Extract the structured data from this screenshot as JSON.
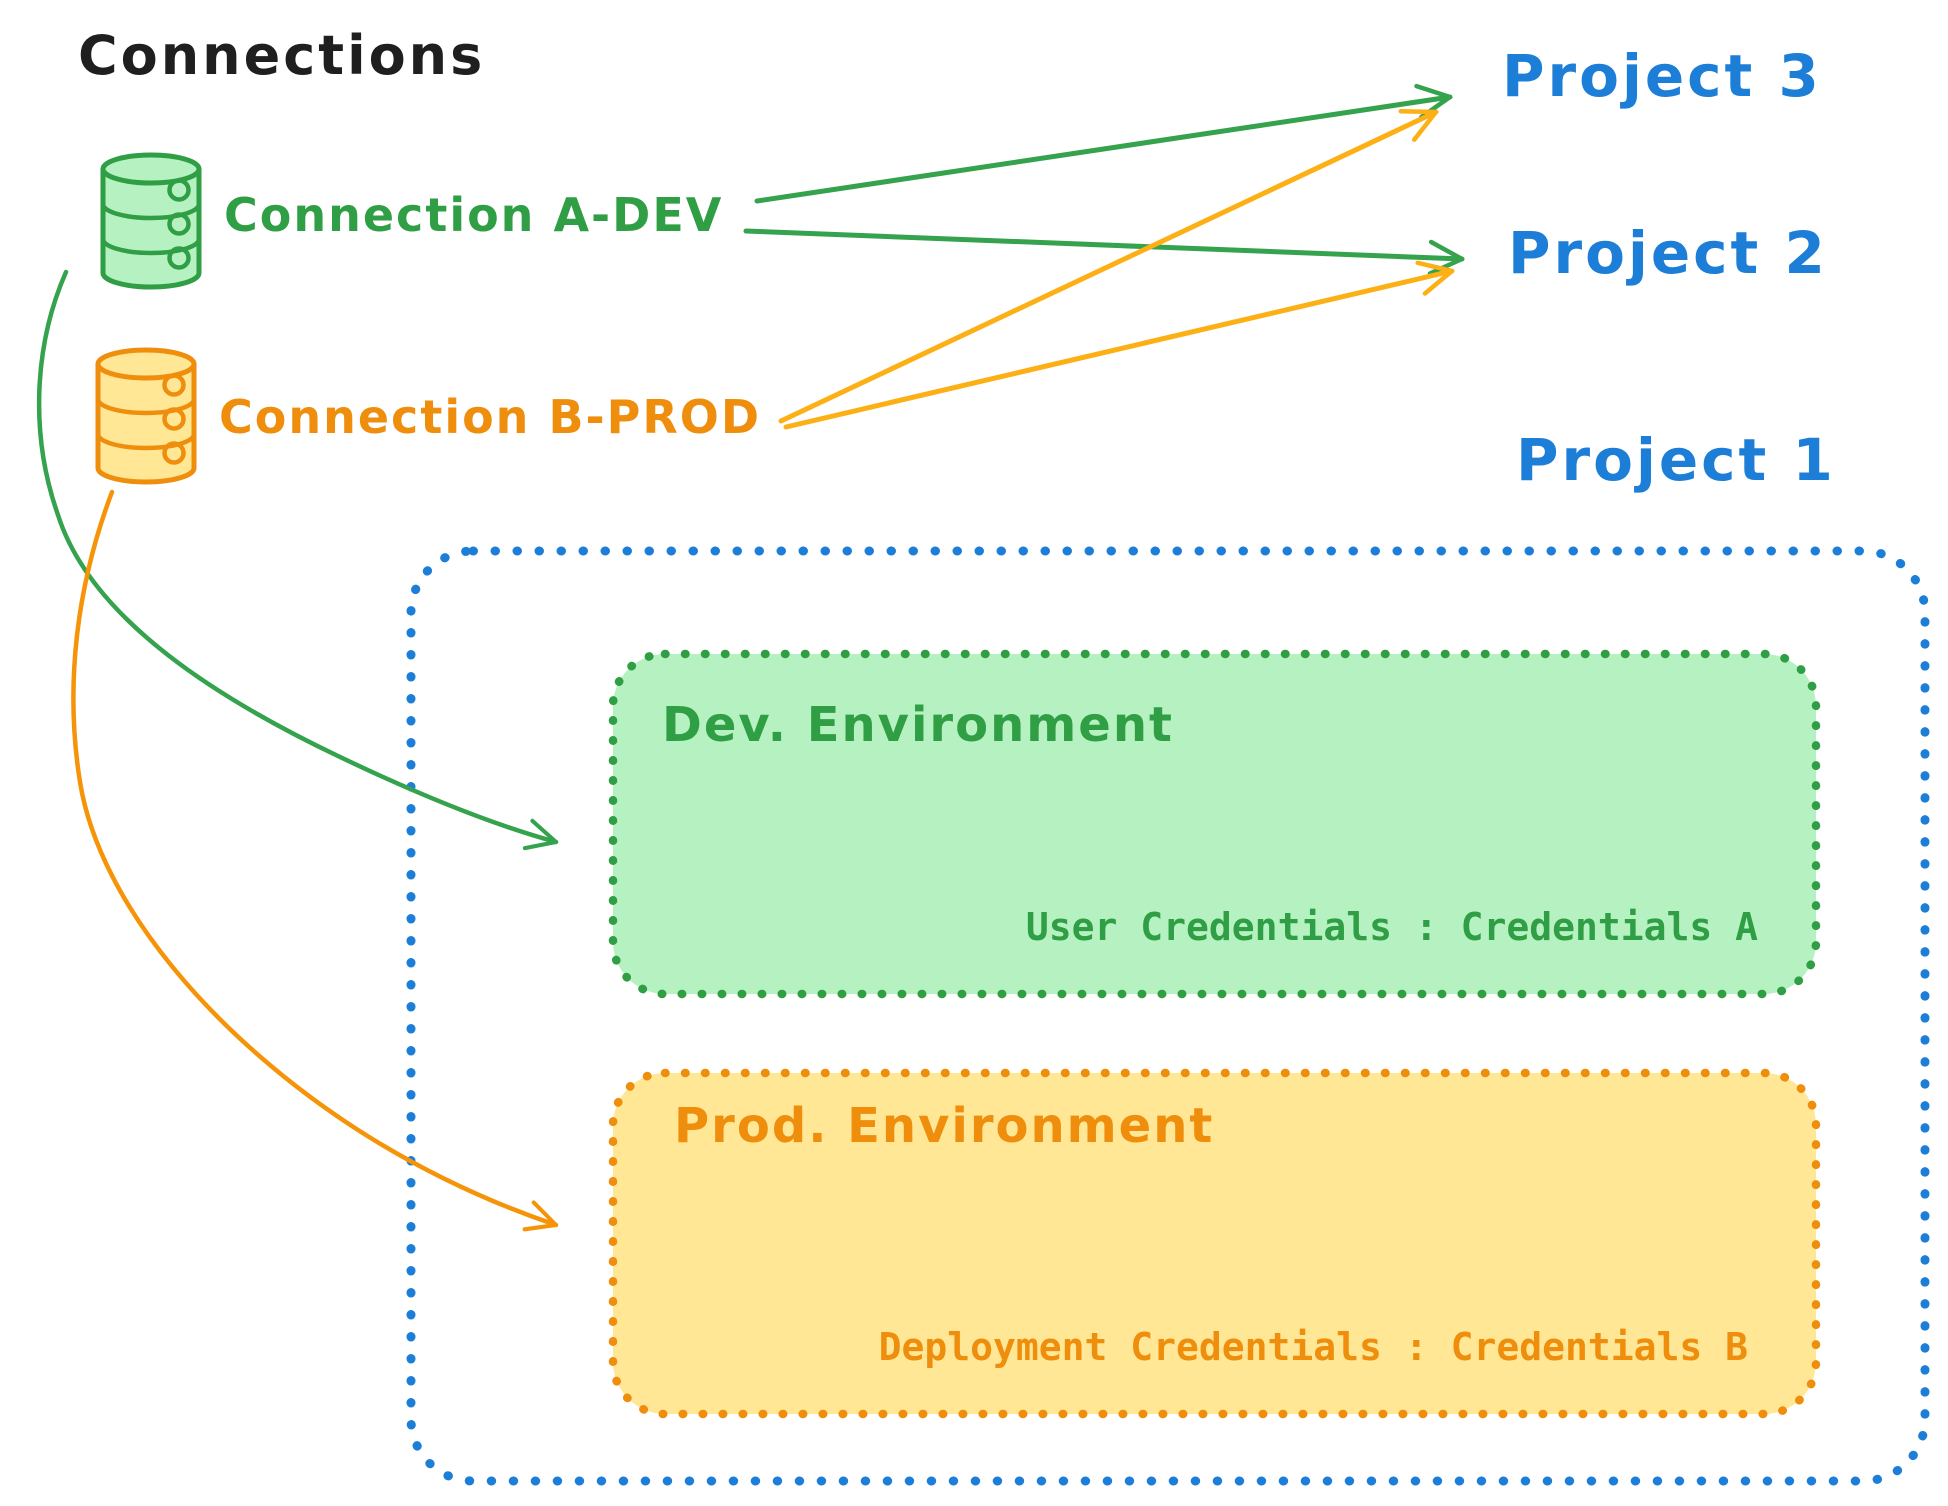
{
  "title": "Connections",
  "colors": {
    "title_text": "#1f1f1f",
    "green": "#2f9e44",
    "green_fill": "#b6f2c1",
    "orange": "#ef8d0c",
    "orange_fill": "#ffe795",
    "amber_arrow": "#fcb016",
    "blue": "#1d7ed8",
    "background": "#ffffff"
  },
  "connections": [
    {
      "label": "Connection A-DEV",
      "icon": "database-icon",
      "color": "#2f9e44"
    },
    {
      "label": "Connection B-PROD",
      "icon": "database-icon",
      "color": "#ef8d0c"
    }
  ],
  "projects": [
    {
      "label": "Project 3"
    },
    {
      "label": "Project 2"
    },
    {
      "label": "Project 1"
    }
  ],
  "project1_detail": {
    "environments": [
      {
        "title": "Dev. Environment",
        "credentials": "User Credentials : Credentials A"
      },
      {
        "title": "Prod. Environment",
        "credentials": "Deployment Credentials : Credentials B"
      }
    ]
  },
  "links": [
    {
      "from": "Connection A-DEV",
      "to": "Project 3",
      "style": "straight-arrow",
      "color": "green"
    },
    {
      "from": "Connection A-DEV",
      "to": "Project 2",
      "style": "straight-arrow",
      "color": "green"
    },
    {
      "from": "Connection B-PROD",
      "to": "Project 3",
      "style": "straight-arrow",
      "color": "amber"
    },
    {
      "from": "Connection B-PROD",
      "to": "Project 2",
      "style": "straight-arrow",
      "color": "amber"
    },
    {
      "from": "Connection A-DEV",
      "to": "Dev. Environment",
      "style": "curved-arrow",
      "color": "green"
    },
    {
      "from": "Connection B-PROD",
      "to": "Prod. Environment",
      "style": "curved-arrow",
      "color": "orange"
    }
  ]
}
